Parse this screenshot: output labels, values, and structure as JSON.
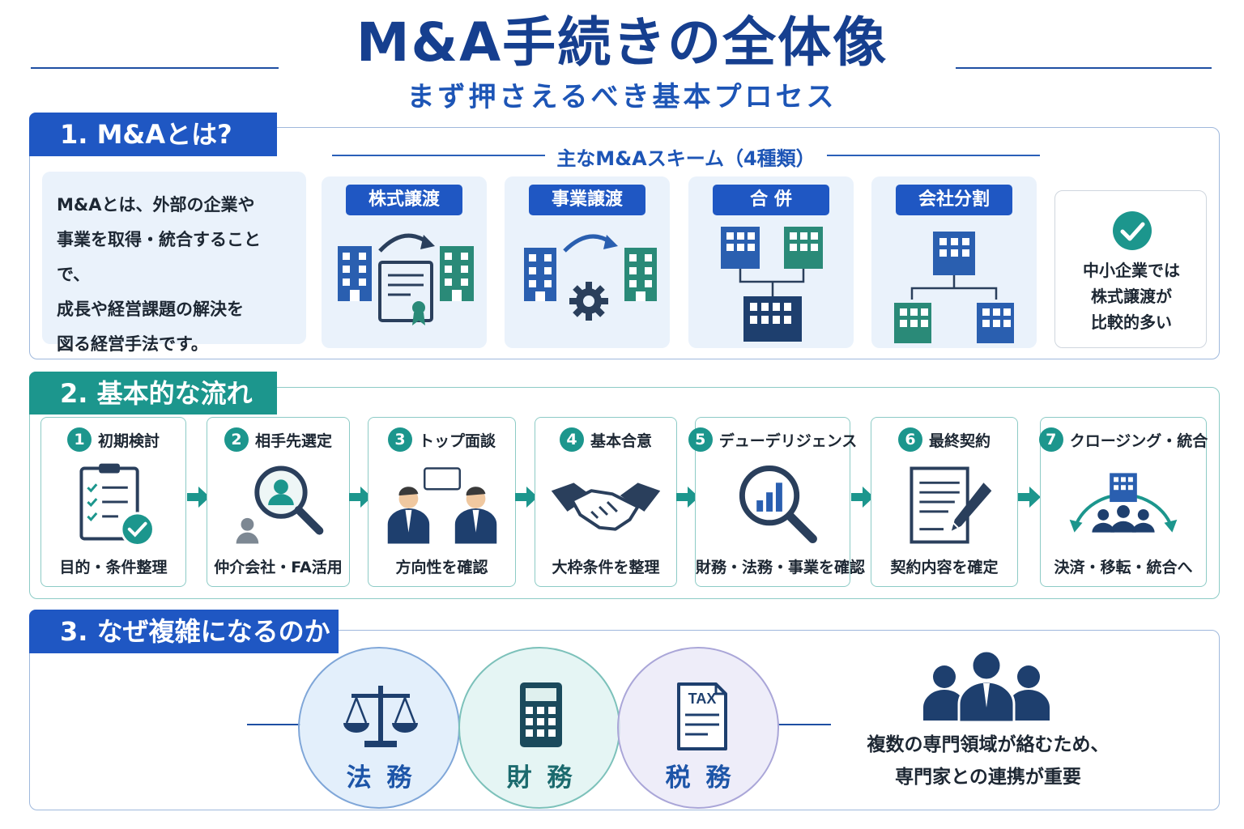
{
  "header": {
    "title": "M&A手続きの全体像",
    "subtitle": "まず押さえるべき基本プロセス"
  },
  "section1": {
    "label": "1. M&Aとは?",
    "intro_lines": [
      "M&Aとは、外部の企業や",
      "事業を取得・統合することで、",
      "成長や経営課題の解決を",
      "図る経営手法です。"
    ],
    "schemes_heading": "主なM&Aスキーム（4種類）",
    "schemes": [
      {
        "label": "株式譲渡",
        "icon": "buildings-certificate-icon"
      },
      {
        "label": "事業譲渡",
        "icon": "buildings-gear-icon"
      },
      {
        "label": "合 併",
        "icon": "merge-buildings-icon"
      },
      {
        "label": "会社分割",
        "icon": "split-buildings-icon"
      }
    ],
    "note_lines": [
      "中小企業では",
      "株式譲渡が",
      "比較的多い"
    ],
    "note_icon": "check-circle-icon"
  },
  "section2": {
    "label": "2. 基本的な流れ",
    "steps": [
      {
        "num": "1",
        "title": "初期検討",
        "caption": "目的・条件整理",
        "icon": "clipboard-check-icon"
      },
      {
        "num": "2",
        "title": "相手先選定",
        "caption": "仲介会社・FA活用",
        "icon": "search-person-icon"
      },
      {
        "num": "3",
        "title": "トップ面談",
        "caption": "方向性を確認",
        "icon": "meeting-icon"
      },
      {
        "num": "4",
        "title": "基本合意",
        "caption": "大枠条件を整理",
        "icon": "handshake-icon"
      },
      {
        "num": "5",
        "title": "デューデリジェンス",
        "caption": "財務・法務・事業を確認",
        "icon": "search-chart-icon"
      },
      {
        "num": "6",
        "title": "最終契約",
        "caption": "契約内容を確定",
        "icon": "contract-pen-icon"
      },
      {
        "num": "7",
        "title": "クロージング・統合",
        "caption": "決済・移転・統合へ",
        "icon": "building-team-icon"
      }
    ],
    "arrow_icon": "arrow-right-icon"
  },
  "section3": {
    "label": "3. なぜ複雑になるのか",
    "domains": [
      {
        "label": "法 務",
        "icon": "scales-icon",
        "color": "#1d55a8"
      },
      {
        "label": "財 務",
        "icon": "calculator-icon",
        "color": "#1b6a6e"
      },
      {
        "label": "税 務",
        "icon": "tax-document-icon",
        "color": "#1d55a8"
      }
    ],
    "tax_icon_text": "TAX",
    "why_lines": [
      "複数の専門領域が絡むため、",
      "専門家との連携が重要"
    ],
    "people_icon": "professionals-group-icon"
  },
  "colors": {
    "navy": "#163f8f",
    "blue": "#1f57c3",
    "teal": "#1c968d",
    "light_blue_bg": "#eaf2fb"
  }
}
